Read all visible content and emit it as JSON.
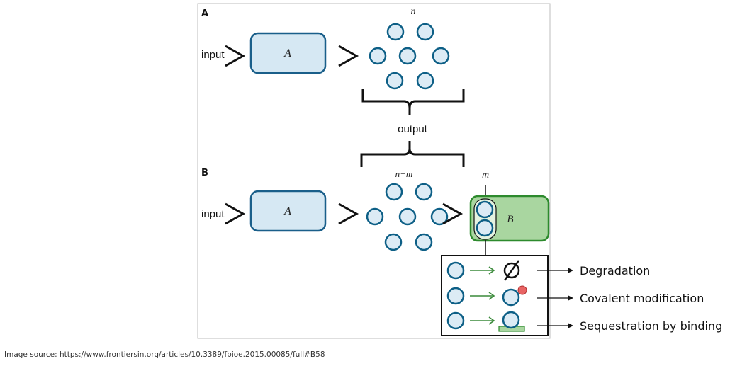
{
  "figure": {
    "panel_a": {
      "label": "A",
      "input_label": "input",
      "module_label": "A",
      "molecule_count_label": "n"
    },
    "output_label": "output",
    "panel_b": {
      "label": "B",
      "input_label": "input",
      "module_label": "A",
      "free_count_label": "n−m",
      "bound_count_label": "m",
      "downstream_label": "B"
    },
    "legend": {
      "items": [
        {
          "label": "Degradation",
          "icon": "empty-set-icon"
        },
        {
          "label": "Covalent modification",
          "icon": "modified-molecule-icon"
        },
        {
          "label": "Sequestration by binding",
          "icon": "bound-molecule-icon"
        }
      ]
    }
  },
  "caption": "Image source: https://www.frontiersin.org/articles/10.3389/fbioe.2015.00085/full#B58",
  "colors": {
    "molecule_fill": "#dcebf5",
    "molecule_stroke": "#0d5f86",
    "module_a_fill": "#d6e8f3",
    "module_a_stroke": "#1a5f8a",
    "module_b_fill": "#a9d6a0",
    "module_b_stroke": "#2d8a2d",
    "arrow_green": "#3a8a3a",
    "modification_dot": "#e86464"
  }
}
